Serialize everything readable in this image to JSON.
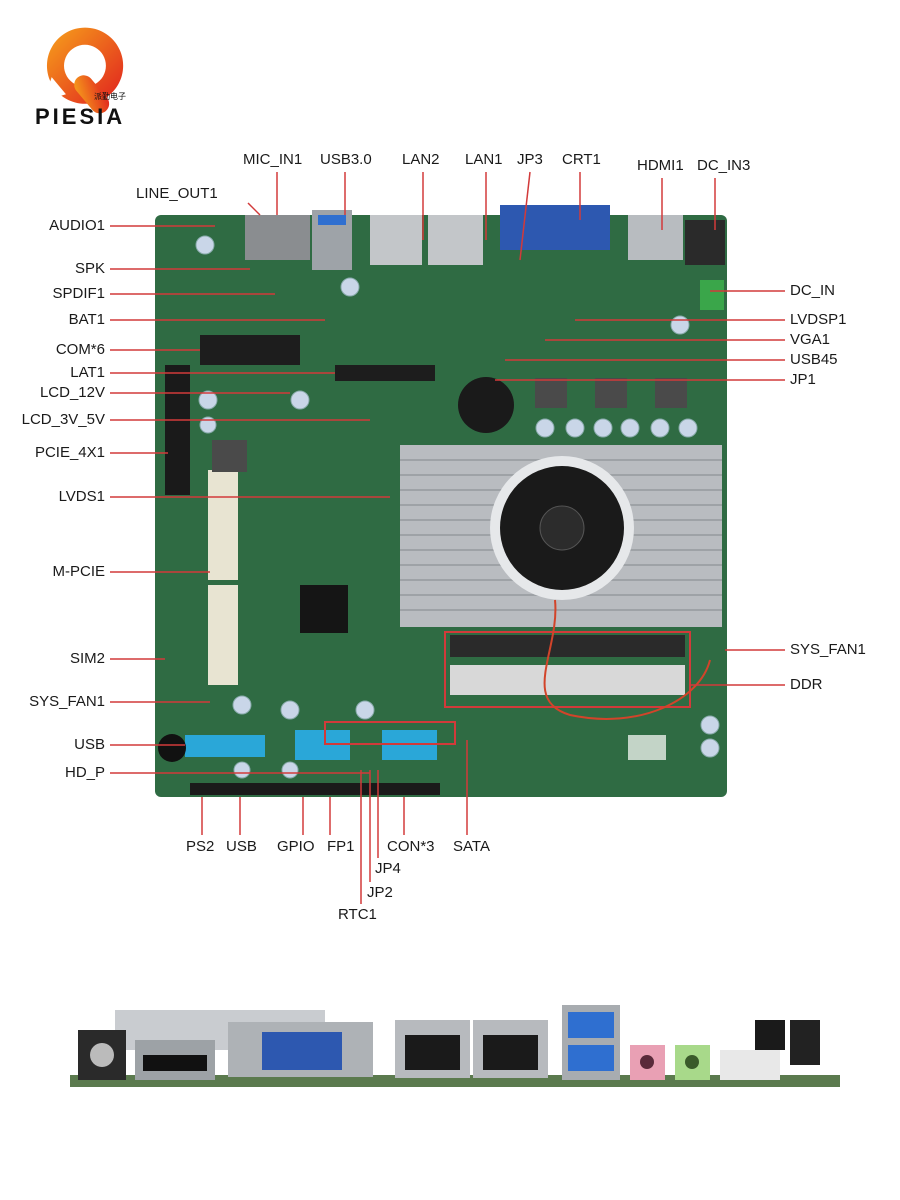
{
  "brand": {
    "name": "PIESIA",
    "sub": "派勤电子"
  },
  "labels": {
    "top": [
      "MIC_IN1",
      "USB3.0",
      "LAN2",
      "LAN1",
      "JP3",
      "CRT1",
      "HDMI1",
      "DC_IN3"
    ],
    "left": [
      "LINE_OUT1",
      "AUDIO1",
      "SPK",
      "SPDIF1",
      "BAT1",
      "COM*6",
      "LAT1",
      "LCD_12V",
      "LCD_3V_5V",
      "PCIE_4X1",
      "LVDS1",
      "M-PCIE",
      "SIM2",
      "SYS_FAN1",
      "USB",
      "HD_P"
    ],
    "right": [
      "DC_IN",
      "LVDSP1",
      "VGA1",
      "USB45",
      "JP1",
      "SYS_FAN1",
      "DDR"
    ],
    "bottom": [
      "PS2",
      "USB",
      "GPIO",
      "FP1",
      "CON*3",
      "SATA",
      "JP4",
      "JP2",
      "RTC1"
    ]
  },
  "colors": {
    "board": "#2f6b43",
    "leader": "#d23a3a",
    "heatsink": "#b9bcc0",
    "sata": "#2aa7d8"
  }
}
